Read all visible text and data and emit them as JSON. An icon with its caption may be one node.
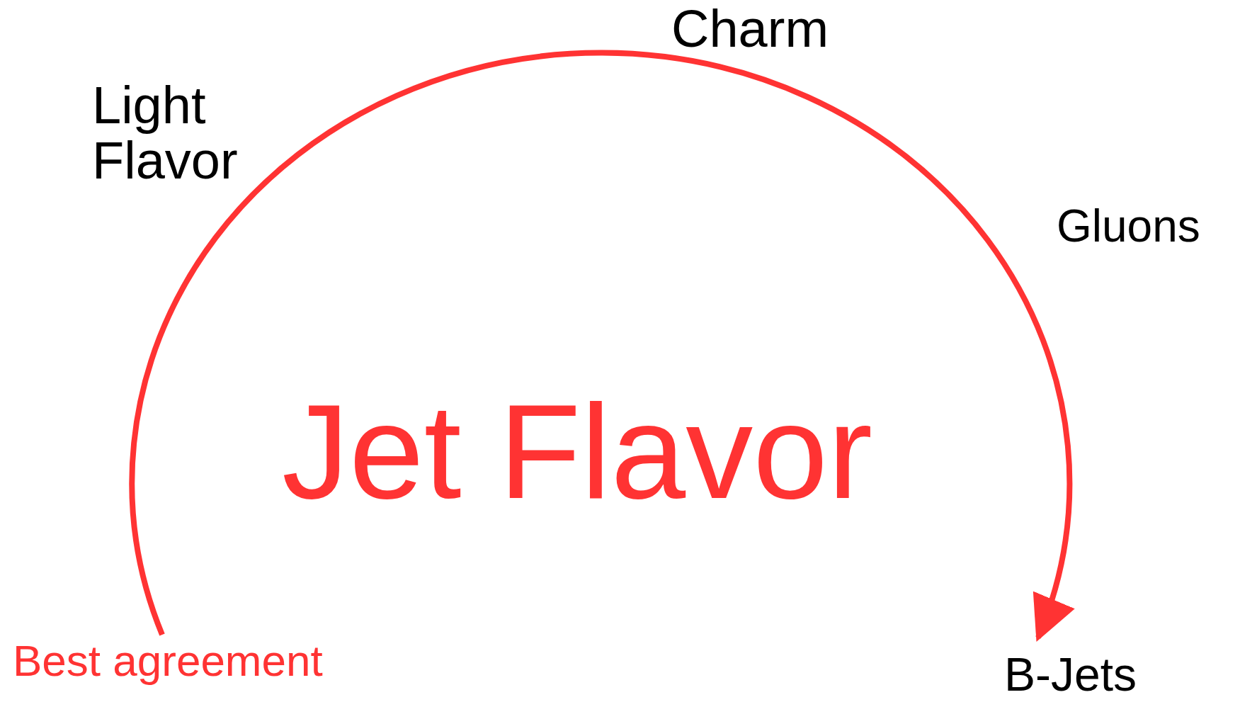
{
  "diagram": {
    "title": "Jet Flavor",
    "nodes": [
      {
        "text": [
          "Best agreement"
        ]
      },
      {
        "text": [
          "B-Jets"
        ]
      }
    ],
    "edges": [
      {
        "from": 0,
        "to": 1,
        "arrow": "to"
      }
    ],
    "labels": [
      "Charm",
      "Light Flavor",
      "Gluons"
    ]
  }
}
